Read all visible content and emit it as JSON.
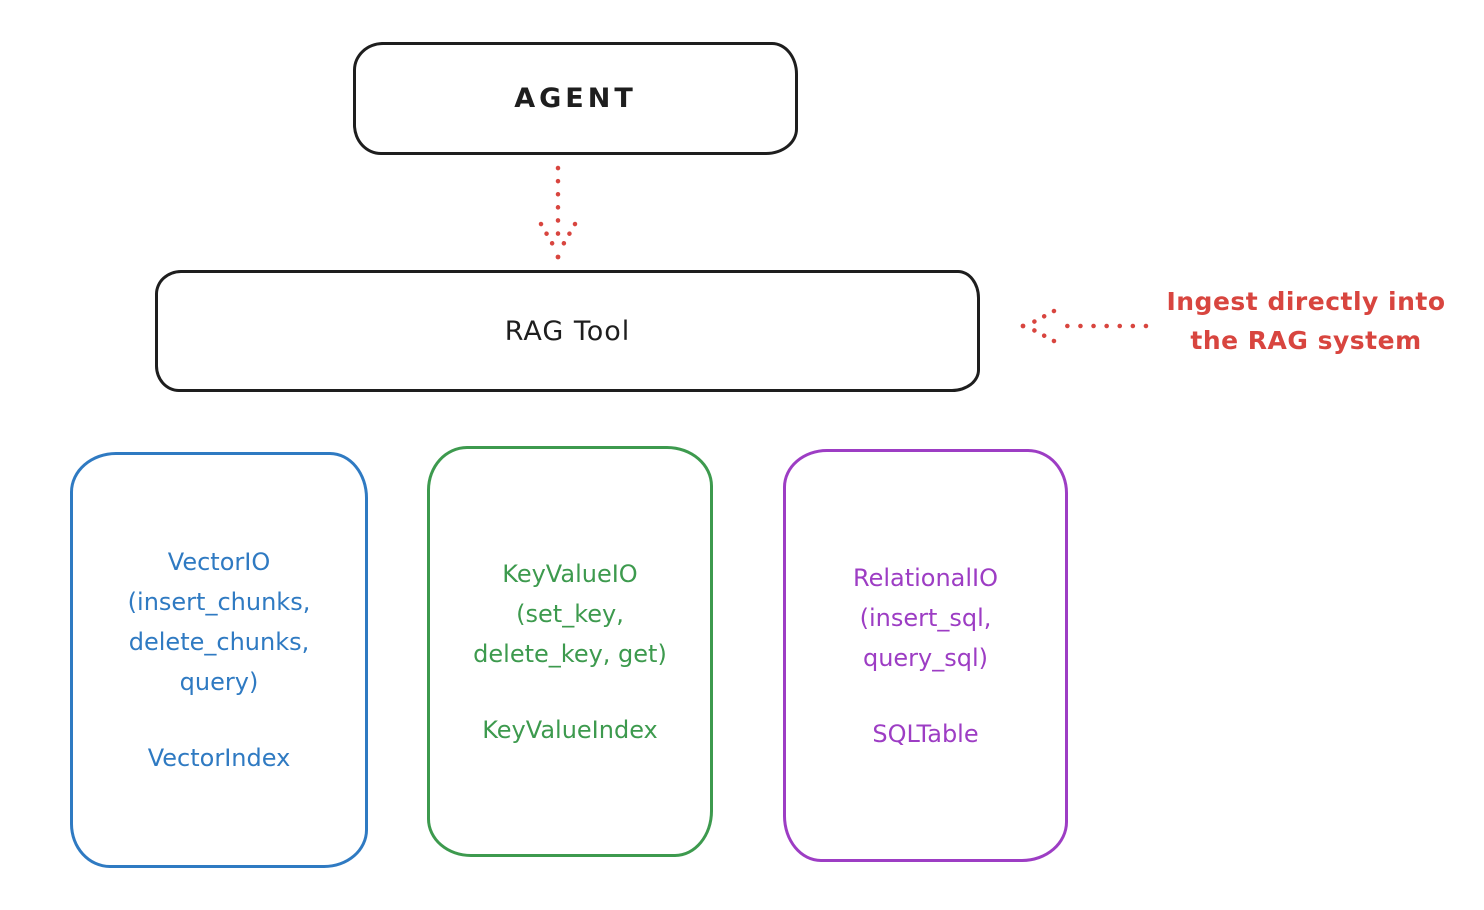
{
  "canvas": {
    "background": "#ffffff",
    "stroke_black": "#1e1e1e",
    "accent_red": "#d8453f"
  },
  "nodes": {
    "agent": {
      "label": "AGENT",
      "color": "#1e1e1e"
    },
    "rag_tool": {
      "label": "RAG Tool",
      "color": "#1e1e1e"
    },
    "vector_io": {
      "io_lines": [
        "VectorIO",
        "(insert_chunks,",
        "delete_chunks,",
        "query)"
      ],
      "index_label": "VectorIndex",
      "color": "#2f7ac2"
    },
    "key_value_io": {
      "io_lines": [
        "KeyValueIO",
        "(set_key,",
        "delete_key, get)"
      ],
      "index_label": "KeyValueIndex",
      "color": "#3d9a4e"
    },
    "relational_io": {
      "io_lines": [
        "RelationalIO",
        "(insert_sql,",
        "query_sql)"
      ],
      "index_label": "SQLTable",
      "color": "#9d3dc4"
    }
  },
  "annotation": {
    "lines": [
      "Ingest directly into",
      "the RAG system"
    ],
    "color": "#d8453f"
  },
  "arrows": {
    "color": "#d8453f"
  }
}
